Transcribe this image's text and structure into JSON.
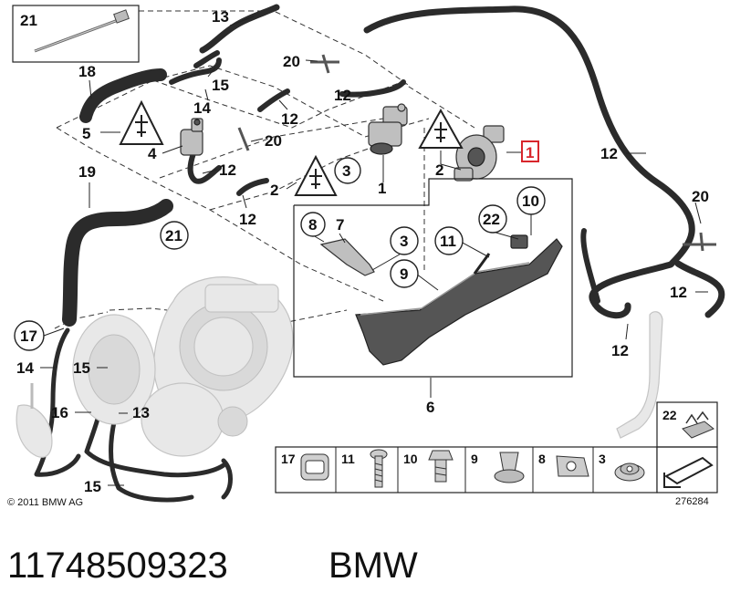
{
  "diagram": {
    "copyright": "© 2011 BMW AG",
    "image_number": "276284",
    "footer": {
      "part_number": "11748509323",
      "brand": "BMW"
    },
    "highlighted_callout": "1",
    "callouts": {
      "c21_box": "21",
      "c13_top": "13",
      "c20_top": "20",
      "c18": "18",
      "c15_top": "15",
      "c14_top": "14",
      "c12_a": "12",
      "c12_b": "12",
      "c5": "5",
      "c4": "4",
      "c20_mid": "20",
      "c12_c": "12",
      "c3_circle": "3",
      "c1_mid": "1",
      "c2_left": "2",
      "c2_right": "2",
      "c1_highlight": "1",
      "c12_d": "12",
      "c12_right_top": "12",
      "c20_right": "20",
      "c12_right_mid": "12",
      "c12_right_low": "12",
      "c19": "19",
      "c21_circle": "21",
      "c8": "8",
      "c7": "7",
      "c3_box": "3",
      "c9": "9",
      "c11": "11",
      "c22": "22",
      "c10": "10",
      "c6": "6",
      "c17_circle": "17",
      "c14_low": "14",
      "c15_mid": "15",
      "c16": "16",
      "c13_low": "13",
      "c15_low": "15"
    },
    "legend": [
      {
        "num": "17",
        "icon": "hose-clamp-icon"
      },
      {
        "num": "11",
        "icon": "screw-icon"
      },
      {
        "num": "10",
        "icon": "bolt-icon"
      },
      {
        "num": "9",
        "icon": "expanding-nut-icon"
      },
      {
        "num": "8",
        "icon": "clip-nut-icon"
      },
      {
        "num": "3",
        "icon": "collar-nut-icon"
      },
      {
        "num": "",
        "icon": "shim-arrow-icon"
      }
    ],
    "legend_22": "22"
  }
}
